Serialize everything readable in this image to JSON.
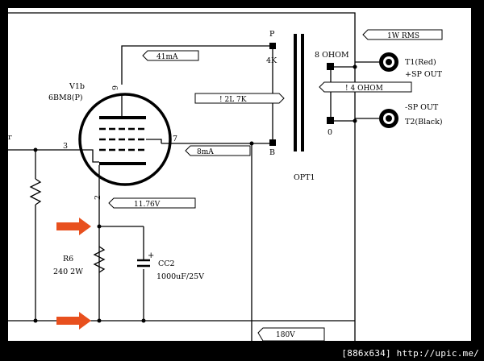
{
  "schematic": {
    "tube": {
      "name": "V1b",
      "type": "6BM8(P)"
    },
    "pins": {
      "p9": "9",
      "p7": "7",
      "p3": "3",
      "p2": "2"
    },
    "labels": {
      "i_plate": "41mA",
      "rms": "1W RMS",
      "z_primary": "! 2L 7K",
      "i_screen": "8mA",
      "v_cathode": "11.76V",
      "v_bottom": "180V",
      "ohm8": "8 OHOM",
      "ohm4": "! 4 OHOM",
      "tap_p": "P",
      "tap_4k": "4K",
      "tap_b": "B",
      "tap_0": "0",
      "transformer": "OPT1",
      "t1_name": "T1(Red)",
      "t1_sp": "+SP OUT",
      "t2_sp": "-SP OUT",
      "t2_name": "T2(Black)",
      "r6_name": "R6",
      "r6_value": "240 2W",
      "cc2_name": "CC2",
      "cc2_value": "1000uF/25V",
      "cc2_plus": "+",
      "left_edge": "r"
    },
    "colors": {
      "arrow": "#e8501e",
      "wire": "#000000",
      "panel": "#ffffff"
    }
  },
  "watermark": "[886x634] http://upic.me/"
}
